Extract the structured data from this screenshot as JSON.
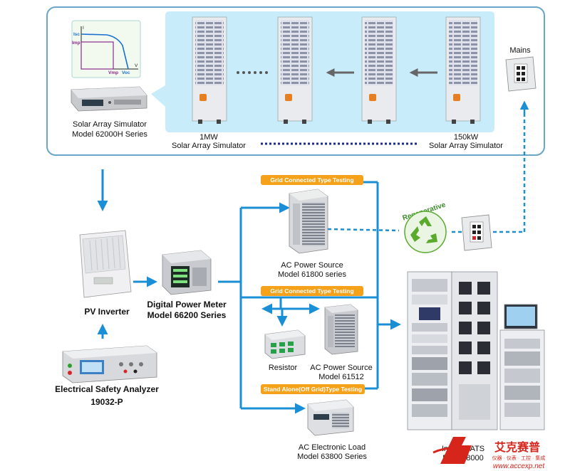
{
  "colors": {
    "flow": "#1b8fd6",
    "panel_border": "#6aa6c8",
    "panel_fill": "#c9ecfb",
    "badge": "#f5a11a",
    "recycle": "#5aaa2e",
    "brand_red": "#d6261c"
  },
  "curve": {
    "isc": "Isc",
    "imp": "Imp",
    "vmp": "Vmp",
    "voc": "Voc",
    "i_axis": "I",
    "v_axis": "V"
  },
  "simulator_small": {
    "line1": "Solar Array Simulator",
    "line2": "Model 62000H Series"
  },
  "rack_1mw": {
    "line1": "1MW",
    "line2": "Solar Array Simulator"
  },
  "rack_150kw": {
    "line1": "150kW",
    "line2": "Solar Array Simulator"
  },
  "mains": {
    "label": "Mains"
  },
  "regenerative": {
    "label": "Regenerative"
  },
  "pv_inverter": {
    "label": "PV Inverter"
  },
  "power_meter": {
    "line1": "Digital Power Meter",
    "line2": "Model 66200 Series"
  },
  "safety_analyzer": {
    "line1": "Electrical Safety Analyzer",
    "line2": "19032-P"
  },
  "badges": {
    "grid1": "Grid Connected Type Testing",
    "grid2": "Grid Connected Type Testing",
    "standalone": "Stand Alone(Off Grid)Type Testing"
  },
  "ac_source_61800": {
    "line1": "AC Power Source",
    "line2": "Model 61800 series"
  },
  "ac_source_61512": {
    "line1": "AC Power Source",
    "line2": "Model 61512"
  },
  "resistor": {
    "label": "Resistor"
  },
  "ac_load": {
    "line1": "AC Electronic Load",
    "line2": "Model 63800 Series"
  },
  "ats": {
    "line1": "Inverter ATS",
    "line2": "Model 8000"
  },
  "watermark": {
    "cn": "艾克赛普",
    "sub": "仪器 · 仪表 · 工控 · 集成",
    "url": "www.accexp.net"
  }
}
